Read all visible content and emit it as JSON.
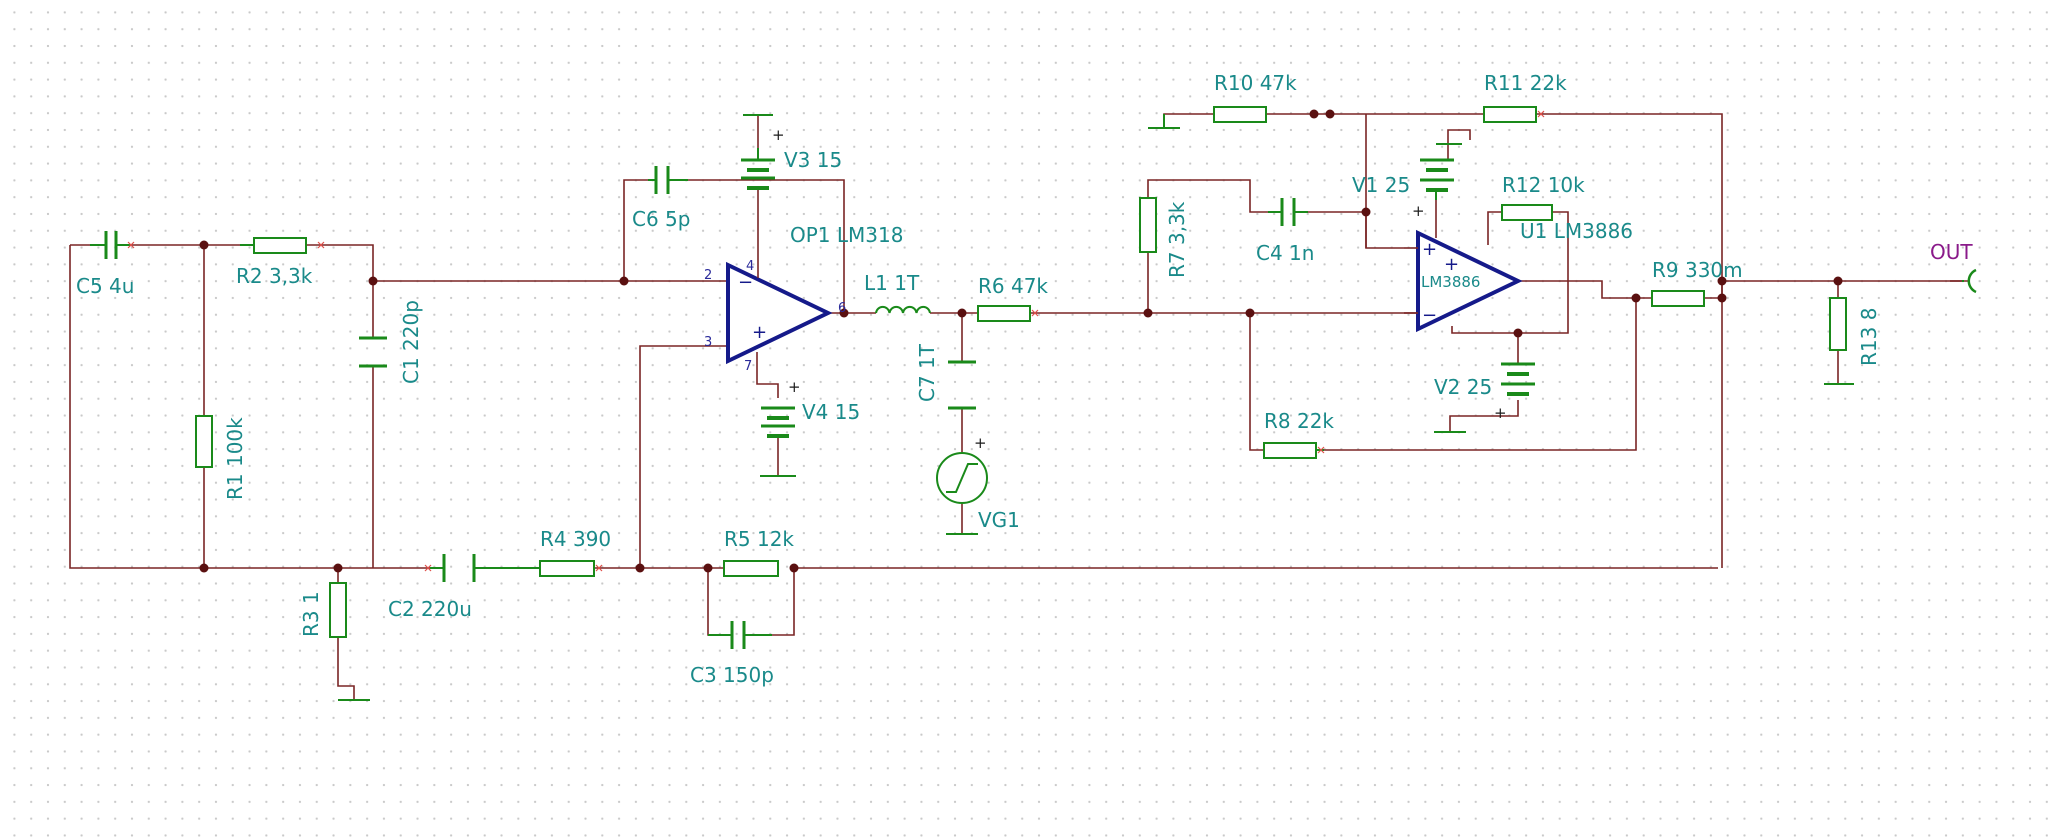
{
  "components": {
    "c5": "C5 4u",
    "r2": "R2 3,3k",
    "c1": "C1 220p",
    "r1": "R1 100k",
    "r3": "R3 1",
    "c2": "C2 220u",
    "r4": "R4 390",
    "r5": "R5 12k",
    "c3": "C3 150p",
    "c6": "C6 5p",
    "v3": "V3 15",
    "op1": "OP1 LM318",
    "v4": "V4 15",
    "l1": "L1 1T",
    "r6": "R6 47k",
    "c7": "C7 1T",
    "vg1": "VG1",
    "r7": "R7 3,3k",
    "c4": "C4 1n",
    "r10": "R10 47k",
    "r11": "R11 22k",
    "v1": "V1 25",
    "r12": "R12 10k",
    "u1": "U1 LM3886",
    "u1_body": "LM3886",
    "v2": "V2 25",
    "r8": "R8 22k",
    "r9": "R9 330m",
    "r13": "R13 8"
  },
  "op1_pins": {
    "p2": "2",
    "p3": "3",
    "p4": "4",
    "p6": "6",
    "p7": "7"
  },
  "signs": {
    "plus": "+",
    "minus": "−"
  },
  "port": {
    "out": "OUT"
  },
  "colors": {
    "wire": "#7a2525",
    "component": "#1a8a1a",
    "label": "#1a8a8a",
    "opamp": "#151a8a",
    "port": "#8a1a8a",
    "junction": "#5a1010"
  }
}
